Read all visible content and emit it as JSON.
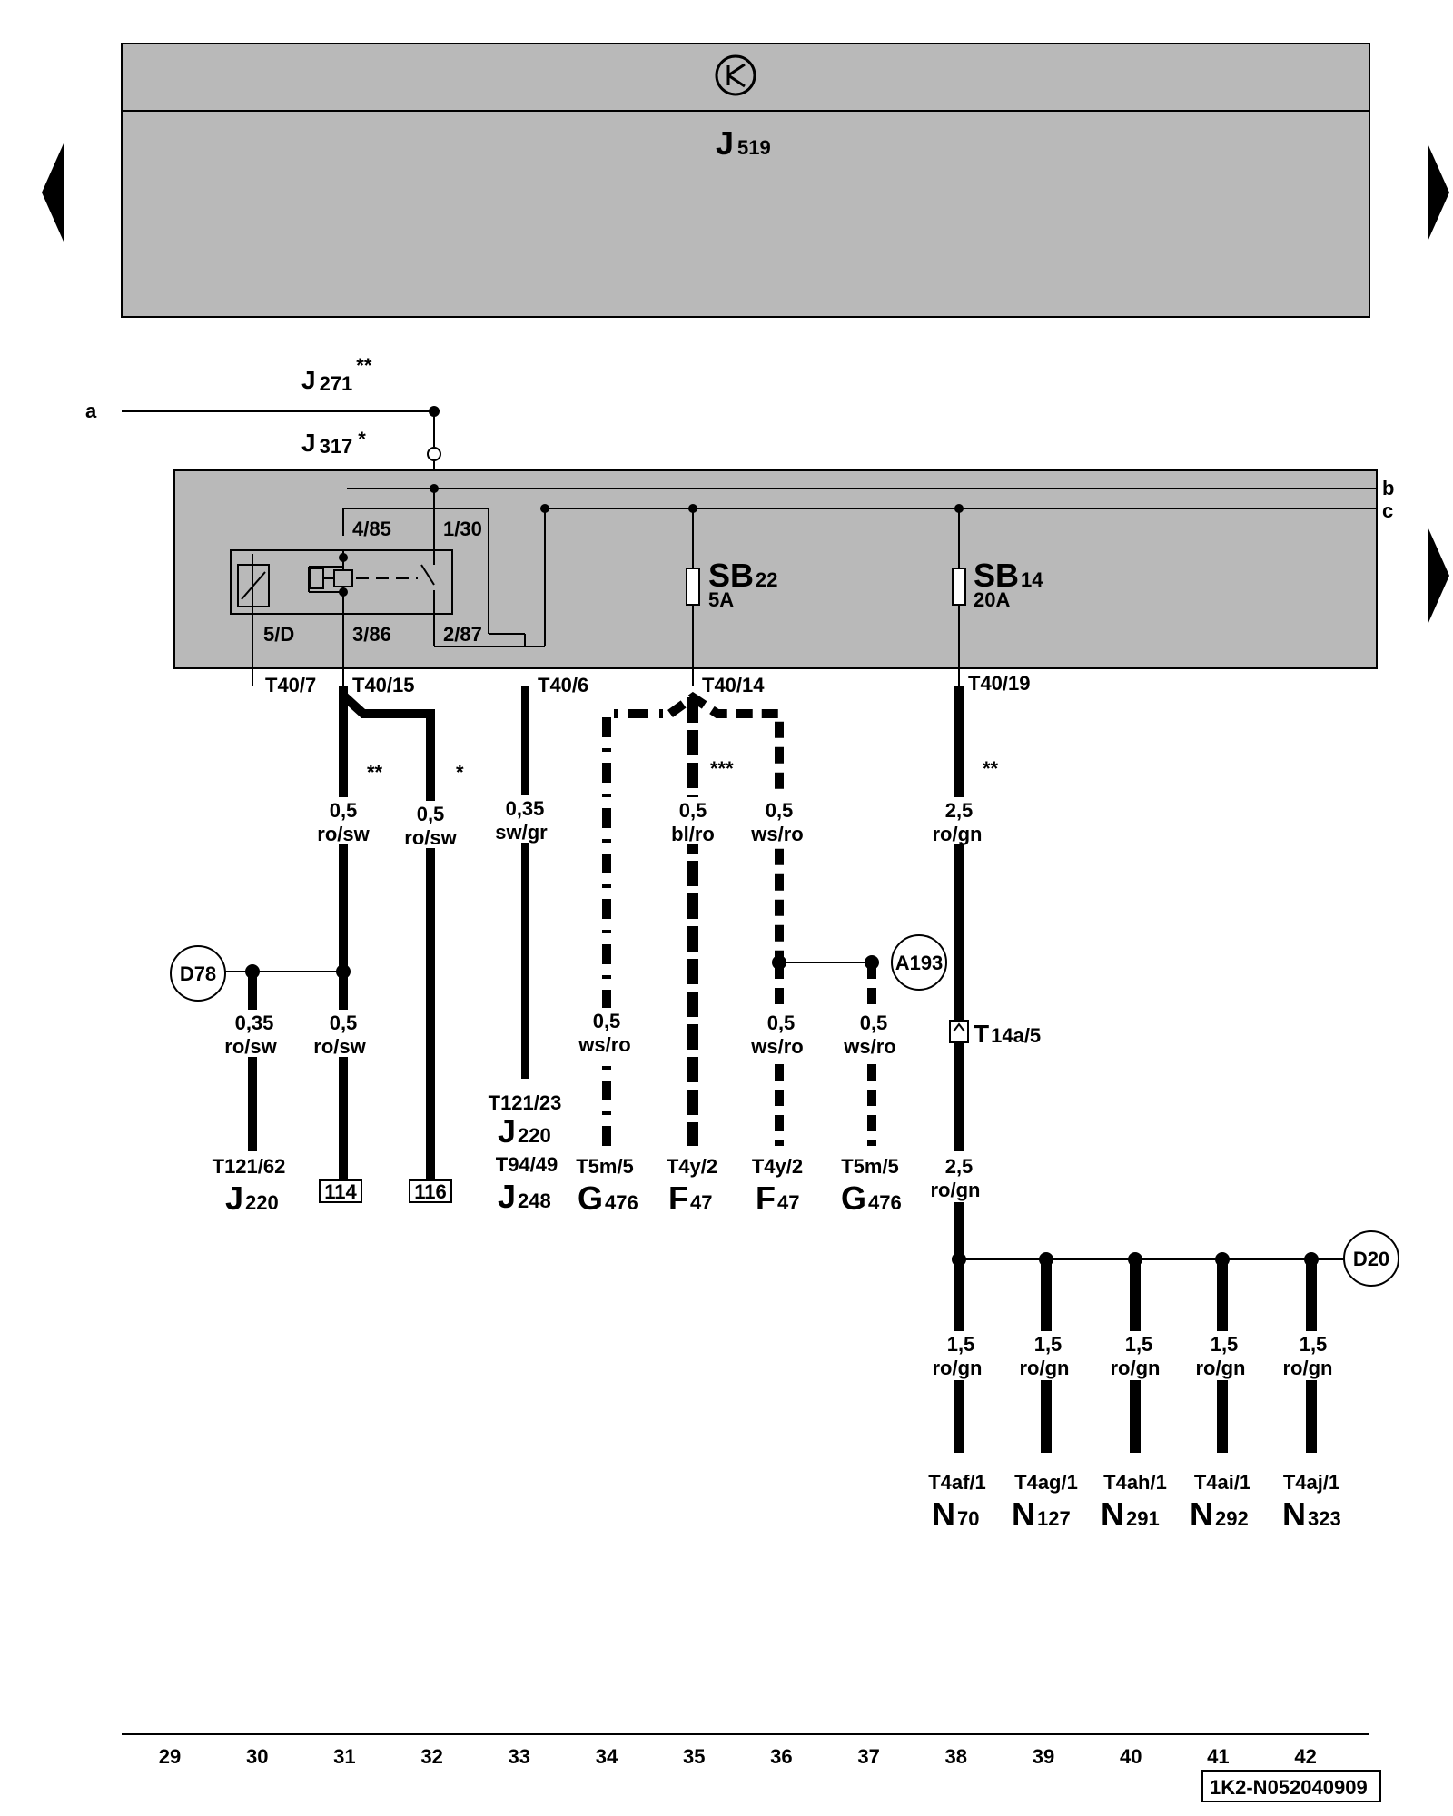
{
  "header": {
    "title": "J",
    "title_sub": "519"
  },
  "relay_labels": {
    "j271": "J",
    "j271_sub": "271",
    "j271_mark": "**",
    "j317": "J",
    "j317_sub": "317",
    "j317_mark": "*",
    "a": "a",
    "b": "b",
    "c": "c"
  },
  "pins": {
    "p485": "4/85",
    "p130": "1/30",
    "p5d": "5/D",
    "p386": "3/86",
    "p287": "2/87"
  },
  "fuses": {
    "sb22": "SB",
    "sb22_sub": "22",
    "sb22_rating": "5A",
    "sb14": "SB",
    "sb14_sub": "14",
    "sb14_rating": "20A"
  },
  "connectors": {
    "t407": "T40/7",
    "t4015": "T40/15",
    "t406": "T40/6",
    "t4014": "T40/14",
    "t4019": "T40/19",
    "t14a5": "T",
    "t14a5_sub": "14a/5"
  },
  "marks": {
    "m31": "**",
    "m32": "*",
    "m35": "***",
    "m38": "**"
  },
  "wires": {
    "w31": [
      "0,5",
      "ro/sw"
    ],
    "w32": [
      "0,5",
      "ro/sw"
    ],
    "w33": [
      "0,35",
      "sw/gr"
    ],
    "w35": [
      "0,5",
      "bl/ro"
    ],
    "w36": [
      "0,5",
      "ws/ro"
    ],
    "w38": [
      "2,5",
      "ro/gn"
    ],
    "w30b": [
      "0,35",
      "ro/sw"
    ],
    "w31b": [
      "0,5",
      "ro/sw"
    ],
    "w34b": [
      "0,5",
      "ws/ro"
    ],
    "w36b": [
      "0,5",
      "ws/ro"
    ],
    "w37b": [
      "0,5",
      "ws/ro"
    ],
    "w38b": [
      "2,5",
      "ro/gn"
    ],
    "n38": [
      "1,5",
      "ro/gn"
    ],
    "n39": [
      "1,5",
      "ro/gn"
    ],
    "n40": [
      "1,5",
      "ro/gn"
    ],
    "n41": [
      "1,5",
      "ro/gn"
    ],
    "n42": [
      "1,5",
      "ro/gn"
    ]
  },
  "nodes": {
    "d78": "D78",
    "a193": "A193",
    "d20": "D20"
  },
  "components": {
    "c30_pin": "T121/62",
    "c30_name": "J",
    "c30_sub": "220",
    "c31_ref": "114",
    "c32_ref": "116",
    "c33_pin1": "T121/23",
    "c33_name1": "J",
    "c33_sub1": "220",
    "c33_pin2": "T94/49",
    "c33_name2": "J",
    "c33_sub2": "248",
    "c34_pin": "T5m/5",
    "c34_name": "G",
    "c34_sub": "476",
    "c35_pin": "T4y/2",
    "c35_name": "F",
    "c35_sub": "47",
    "c36_pin": "T4y/2",
    "c36_name": "F",
    "c36_sub": "47",
    "c37_pin": "T5m/5",
    "c37_name": "G",
    "c37_sub": "476",
    "n70_pin": "T4af/1",
    "n70_name": "N",
    "n70_sub": "70",
    "n127_pin": "T4ag/1",
    "n127_name": "N",
    "n127_sub": "127",
    "n291_pin": "T4ah/1",
    "n291_name": "N",
    "n291_sub": "291",
    "n292_pin": "T4ai/1",
    "n292_name": "N",
    "n292_sub": "292",
    "n323_pin": "T4aj/1",
    "n323_name": "N",
    "n323_sub": "323"
  },
  "track_numbers": [
    "29",
    "30",
    "31",
    "32",
    "33",
    "34",
    "35",
    "36",
    "37",
    "38",
    "39",
    "40",
    "41",
    "42"
  ],
  "diagram_id": "1K2-N052040909",
  "colors": {
    "background": "#ffffff",
    "panel_fill": "#b9b9b9",
    "ink": "#000000"
  },
  "icons": {
    "ground_symbol": "ground-icon",
    "nav_prev": "triangle-left-icon",
    "nav_next": "triangle-right-icon"
  }
}
